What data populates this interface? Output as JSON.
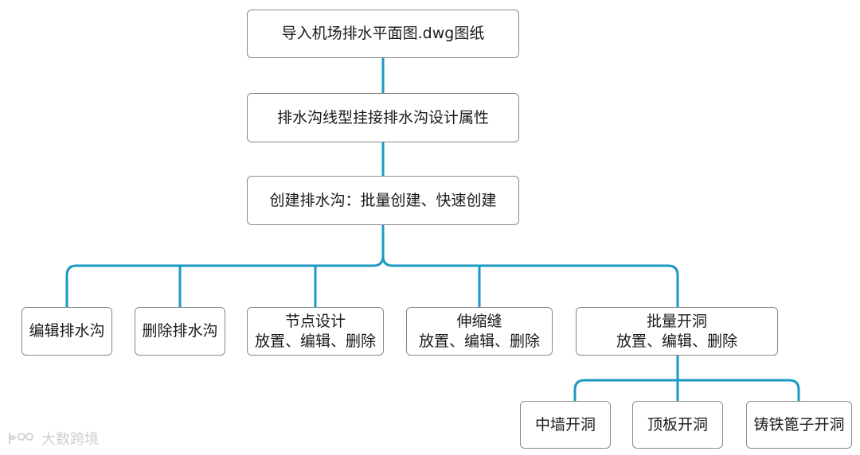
{
  "colors": {
    "connector": "#1a99c4",
    "box_border": "#8a8a8a",
    "text": "#1a1a1a"
  },
  "nodes": {
    "import": "导入机场排水平面图.dwg图纸",
    "attach": "排水沟线型挂接排水沟设计属性",
    "create": "创建排水沟：批量创建、快速创建",
    "edit": "编辑排水沟",
    "delete": "删除排水沟",
    "node_design": {
      "line1": "节点设计",
      "line2": "放置、编辑、删除"
    },
    "joint": {
      "line1": "伸缩缝",
      "line2": "放置、编辑、删除"
    },
    "batch_hole": {
      "line1": "批量开洞",
      "line2": "放置、编辑、删除"
    },
    "wall_hole": "中墙开洞",
    "top_hole": "顶板开洞",
    "grate_hole": "铸铁篦子开洞"
  },
  "watermark": {
    "text": "大数跨境"
  }
}
